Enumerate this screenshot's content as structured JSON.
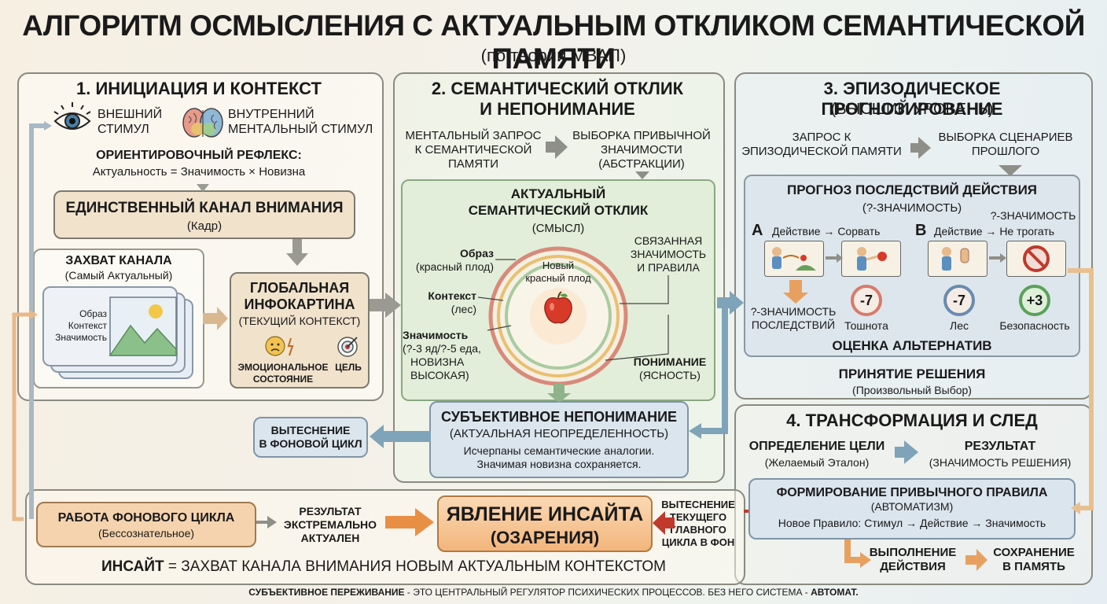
{
  "title": "АЛГОРИТМ ОСМЫСЛЕНИЯ С АКТУАЛЬНЫМ ОТКЛИКОМ СЕМАНТИЧЕСКОЙ ПАМЯТИ",
  "subtitle": "(по теории МВАП)",
  "panel1": {
    "title": "1. ИНИЦИАЦИЯ И КОНТЕКСТ",
    "external_stimulus": [
      "ВНЕШНИЙ",
      "СТИМУЛ"
    ],
    "internal_stimulus": [
      "ВНУТРЕННИЙ",
      "МЕНТАЛЬНЫЙ СТИМУЛ"
    ],
    "reflex_title": "ОРИЕНТИРОВОЧНЫЙ РЕФЛЕКС:",
    "reflex_formula": "Актуальность = Значимость × Новизна",
    "channel_title": "ЕДИНСТВЕННЫЙ КАНАЛ ВНИМАНИЯ",
    "channel_sub": "(Кадр)",
    "capture_title": "ЗАХВАТ КАНАЛА",
    "capture_sub": "(Самый Актуальный)",
    "frame_labels": [
      "Образ",
      "Контекст",
      "Значимость"
    ],
    "global_title": [
      "ГЛОБАЛЬНАЯ",
      "ИНФОКАРТИНА"
    ],
    "global_sub": "(ТЕКУЩИЙ КОНТЕКСТ)",
    "emotion_label": [
      "ЭМОЦИОНАЛЬНОЕ",
      "СОСТОЯНИЕ"
    ],
    "goal_label": "ЦЕЛЬ"
  },
  "panel2": {
    "title": [
      "2. СЕМАНТИЧЕСКИЙ ОТКЛИК",
      "И НЕПОНИМАНИЕ"
    ],
    "query": [
      "МЕНТАЛЬНЫЙ ЗАПРОС",
      "К СЕМАНТИЧЕСКОЙ",
      "ПАМЯТИ"
    ],
    "selection": [
      "ВЫБОРКА ПРИВЫЧНОЙ",
      "ЗНАЧИМОСТИ",
      "(АБСТРАКЦИИ)"
    ],
    "response_title": [
      "АКТУАЛЬНЫЙ",
      "СЕМАНТИЧЕСКИЙ ОТКЛИК"
    ],
    "response_sub": "(СМЫСЛ)",
    "image_label": "Образ",
    "image_value": "(красный плод)",
    "context_label": "Контекст",
    "context_value": "(лес)",
    "significance_label": "Значимость",
    "significance_value": [
      "(?-3 яд/?-5 еда,",
      "НОВИЗНА",
      "ВЫСОКАЯ)"
    ],
    "center_label": [
      "Новый",
      "красный плод"
    ],
    "related": [
      "СВЯЗАННАЯ",
      "ЗНАЧИМОСТЬ",
      "И ПРАВИЛА"
    ],
    "understanding": "ПОНИМАНИЕ",
    "clarity": "(ЯСНОСТЬ)",
    "misunderstanding_title": "СУБЪЕКТИВНОЕ НЕПОНИМАНИЕ",
    "misunderstanding_sub": "(АКТУАЛЬНАЯ НЕОПРЕДЕЛЕННОСТЬ)",
    "misunderstanding_text": [
      "Исчерпаны семантические аналогии.",
      "Значимая новизна сохраняется."
    ],
    "displacement": [
      "ВЫТЕСНЕНИЕ",
      "В ФОНОВОЙ ЦИКЛ"
    ]
  },
  "panel3": {
    "title": "3. ЭПИЗОДИЧЕСКОЕ ПРОГНОЗИРОВАНИЕ",
    "subtitle": "(ВЫСШИЙ УРОВЕНЬ)",
    "query": [
      "ЗАПРОС К",
      "ЭПИЗОДИЧЕСКОЙ ПАМЯТИ"
    ],
    "selection": [
      "ВЫБОРКА СЦЕНАРИЕВ",
      "ПРОШЛОГО"
    ],
    "forecast_title": "ПРОГНОЗ ПОСЛЕДСТВИЙ ДЕЙСТВИЯ",
    "forecast_sub": "(?-ЗНАЧИМОСТЬ)",
    "option_a_letter": "A",
    "option_a_text": "Действие → Сорвать",
    "option_b_letter": "B",
    "option_b_text": "Действие → Не трогать",
    "top_significance": "?-ЗНАЧИМОСТЬ",
    "consequences": [
      "?-ЗНАЧИМОСТЬ",
      "ПОСЛЕДСТВИЙ"
    ],
    "badges": [
      {
        "value": "-7",
        "label": "Тошнота"
      },
      {
        "value": "-7",
        "label": "Лес"
      },
      {
        "value": "+3",
        "label": "Безопасность"
      }
    ],
    "alternatives": "ОЦЕНКА АЛЬТЕРНАТИВ",
    "decision": "ПРИНЯТИЕ РЕШЕНИЯ",
    "decision_sub": "(Произвольный Выбор)"
  },
  "panel4": {
    "title": "4. ТРАНСФОРМАЦИЯ И СЛЕД",
    "goal": "ОПРЕДЕЛЕНИЕ ЦЕЛИ",
    "goal_sub": "(Желаемый Эталон)",
    "result": "РЕЗУЛЬТАТ",
    "result_sub": "(ЗНАЧИМОСТЬ РЕШЕНИЯ)",
    "rule_title": "ФОРМИРОВАНИЕ ПРИВЫЧНОГО ПРАВИЛА",
    "rule_sub": "(АВТОМАТИЗМ)",
    "rule_text": "Новое Правило: Стимул → Действие → Значимость",
    "execute": [
      "ВЫПОЛНЕНИЕ",
      "ДЕЙСТВИЯ"
    ],
    "save": [
      "СОХРАНЕНИЕ",
      "В ПАМЯТЬ"
    ]
  },
  "bottom": {
    "background_title": "РАБОТА ФОНОВОГО ЦИКЛА",
    "background_sub": "(Бессознательное)",
    "result_extreme": [
      "РЕЗУЛЬТАТ",
      "ЭКСТРЕМАЛЬНО",
      "АКТУАЛЕН"
    ],
    "insight_title": "ЯВЛЕНИЕ ИНСАЙТА",
    "insight_sub": "(ОЗАРЕНИЯ)",
    "displacement_main": [
      "ВЫТЕСНЕНИЕ",
      "ТЕКУЩЕГО",
      "ГЛАВНОГО",
      "ЦИКЛА В ФОН"
    ],
    "insight_def_bold": "ИНСАЙТ",
    "insight_def_rest": " = ЗАХВАТ КАНАЛА ВНИМАНИЯ НОВЫМ АКТУАЛЬНЫМ КОНТЕКСТОМ"
  },
  "footer": {
    "bold1": "СУБЪЕКТИВНОЕ ПЕРЕЖИВАНИЕ",
    "middle": " - ЭТО ЦЕНТРАЛЬНЫЙ РЕГУЛЯТОР ПСИХИЧЕСКИХ ПРОЦЕССОВ. БЕЗ НЕГО СИСТЕМА - ",
    "bold2": "АВТОМАТ."
  },
  "colors": {
    "beige": "#f1e2cc",
    "peach": "#f5d3ae",
    "green": "#dfebd6",
    "blue": "#dbe5ee",
    "orange": "#e98f45",
    "arrow_gray": "#8f8f8a",
    "arrow_blue": "#7fa3b8"
  }
}
